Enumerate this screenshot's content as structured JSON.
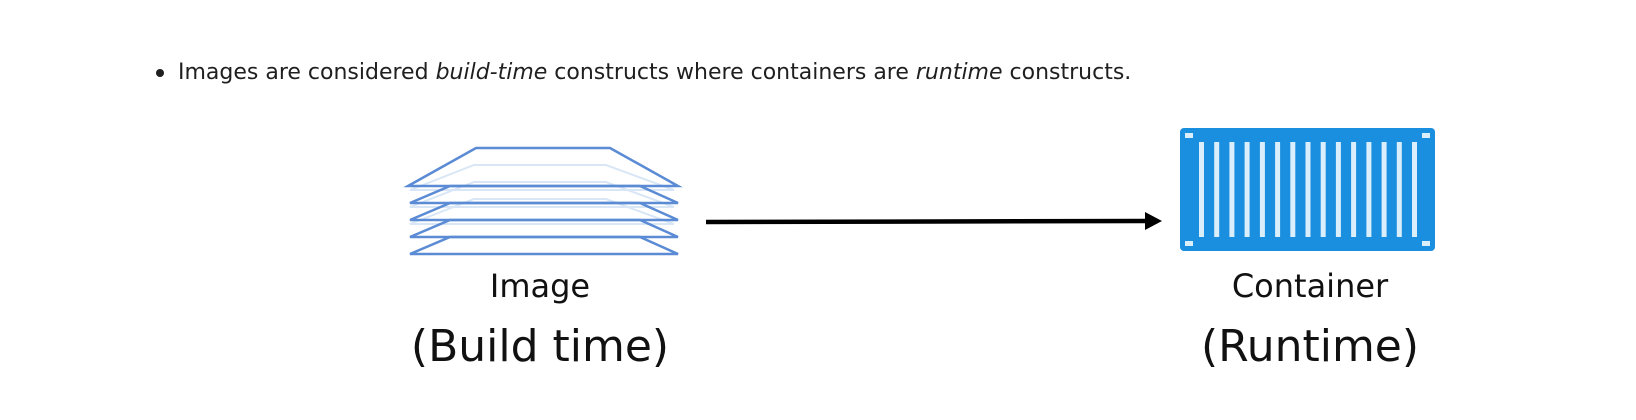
{
  "bullet": {
    "part1": "Images are considered ",
    "emphasis1": "build-time",
    "part2": " constructs where containers are ",
    "emphasis2": "runtime",
    "part3": " constructs."
  },
  "diagram": {
    "image": {
      "icon": "image-layers-icon",
      "name": "Image",
      "phase": "(Build time)",
      "stroke_color": "#5a8bd4",
      "faint_color": "#d8e6f6"
    },
    "container": {
      "icon": "shipping-container-icon",
      "name": "Container",
      "phase": "(Runtime)",
      "fill_color": "#1a8fe0",
      "rib_color": "#dbeefb"
    },
    "arrow": {
      "icon": "right-arrow-icon",
      "color": "#000000"
    }
  }
}
